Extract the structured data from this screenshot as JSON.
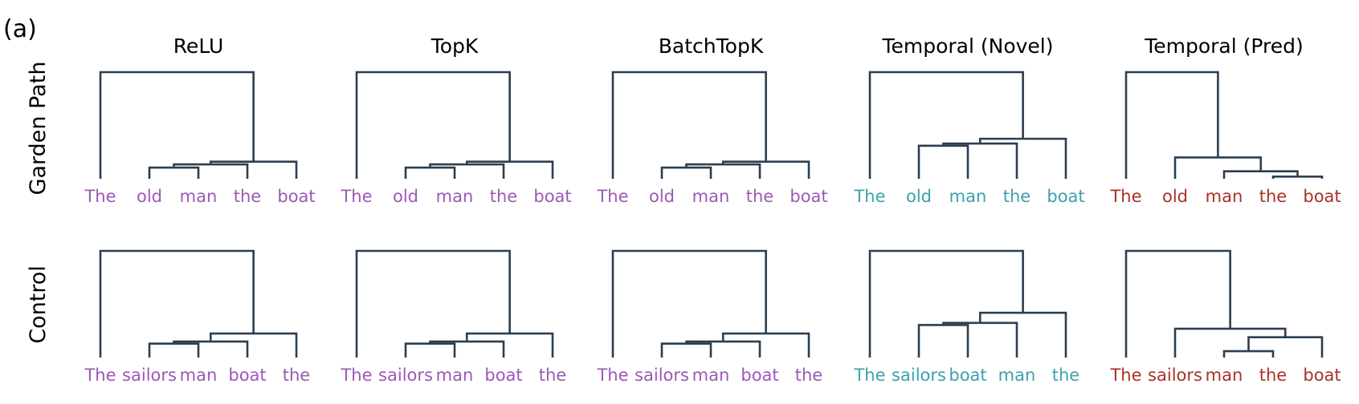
{
  "figure_label": "(a)",
  "row_labels": [
    "Garden Path",
    "Control"
  ],
  "line_color": "#2c3e50",
  "panels": [
    {
      "title": "ReLU",
      "color": "#9b59b6",
      "rows": [
        {
          "leaves": [
            "The",
            "old",
            "man",
            "the",
            "boat"
          ],
          "merges": [
            [
              1,
              2,
              0.105
            ],
            [
              5,
              3,
              0.135
            ],
            [
              6,
              4,
              0.16
            ],
            [
              0,
              7,
              1.0
            ]
          ]
        },
        {
          "leaves": [
            "The",
            "sailors",
            "man",
            "boat",
            "the"
          ],
          "merges": [
            [
              1,
              2,
              0.13
            ],
            [
              5,
              3,
              0.15
            ],
            [
              6,
              4,
              0.225
            ],
            [
              0,
              7,
              1.0
            ]
          ]
        }
      ]
    },
    {
      "title": "TopK",
      "color": "#9b59b6",
      "rows": [
        {
          "leaves": [
            "The",
            "old",
            "man",
            "the",
            "boat"
          ],
          "merges": [
            [
              1,
              2,
              0.105
            ],
            [
              5,
              3,
              0.135
            ],
            [
              6,
              4,
              0.16
            ],
            [
              0,
              7,
              1.0
            ]
          ]
        },
        {
          "leaves": [
            "The",
            "sailors",
            "man",
            "boat",
            "the"
          ],
          "merges": [
            [
              1,
              2,
              0.13
            ],
            [
              5,
              3,
              0.15
            ],
            [
              6,
              4,
              0.225
            ],
            [
              0,
              7,
              1.0
            ]
          ]
        }
      ]
    },
    {
      "title": "BatchTopK",
      "color": "#9b59b6",
      "rows": [
        {
          "leaves": [
            "The",
            "old",
            "man",
            "the",
            "boat"
          ],
          "merges": [
            [
              1,
              2,
              0.105
            ],
            [
              5,
              3,
              0.135
            ],
            [
              6,
              4,
              0.16
            ],
            [
              0,
              7,
              1.0
            ]
          ]
        },
        {
          "leaves": [
            "The",
            "sailors",
            "man",
            "boat",
            "the"
          ],
          "merges": [
            [
              1,
              2,
              0.13
            ],
            [
              5,
              3,
              0.15
            ],
            [
              6,
              4,
              0.225
            ],
            [
              0,
              7,
              1.0
            ]
          ]
        }
      ]
    },
    {
      "title": "Temporal (Novel)",
      "color": "#3ea0ad",
      "rows": [
        {
          "leaves": [
            "The",
            "old",
            "man",
            "the",
            "boat"
          ],
          "merges": [
            [
              1,
              2,
              0.31
            ],
            [
              5,
              3,
              0.33
            ],
            [
              6,
              4,
              0.375
            ],
            [
              0,
              7,
              1.0
            ]
          ]
        },
        {
          "leaves": [
            "The",
            "sailors",
            "boat",
            "man",
            "the"
          ],
          "merges": [
            [
              1,
              2,
              0.305
            ],
            [
              5,
              3,
              0.325
            ],
            [
              6,
              4,
              0.42
            ],
            [
              0,
              7,
              1.0
            ]
          ]
        }
      ]
    },
    {
      "title": "Temporal (Pred)",
      "color": "#a93226",
      "rows": [
        {
          "leaves": [
            "The",
            "old",
            "man",
            "the",
            "boat"
          ],
          "merges": [
            [
              3,
              4,
              0.02
            ],
            [
              2,
              5,
              0.07
            ],
            [
              1,
              6,
              0.2
            ],
            [
              0,
              7,
              1.0
            ]
          ]
        },
        {
          "leaves": [
            "The",
            "sailors",
            "man",
            "the",
            "boat"
          ],
          "merges": [
            [
              2,
              3,
              0.06
            ],
            [
              5,
              4,
              0.19
            ],
            [
              1,
              6,
              0.27
            ],
            [
              0,
              7,
              1.0
            ]
          ]
        }
      ]
    }
  ]
}
